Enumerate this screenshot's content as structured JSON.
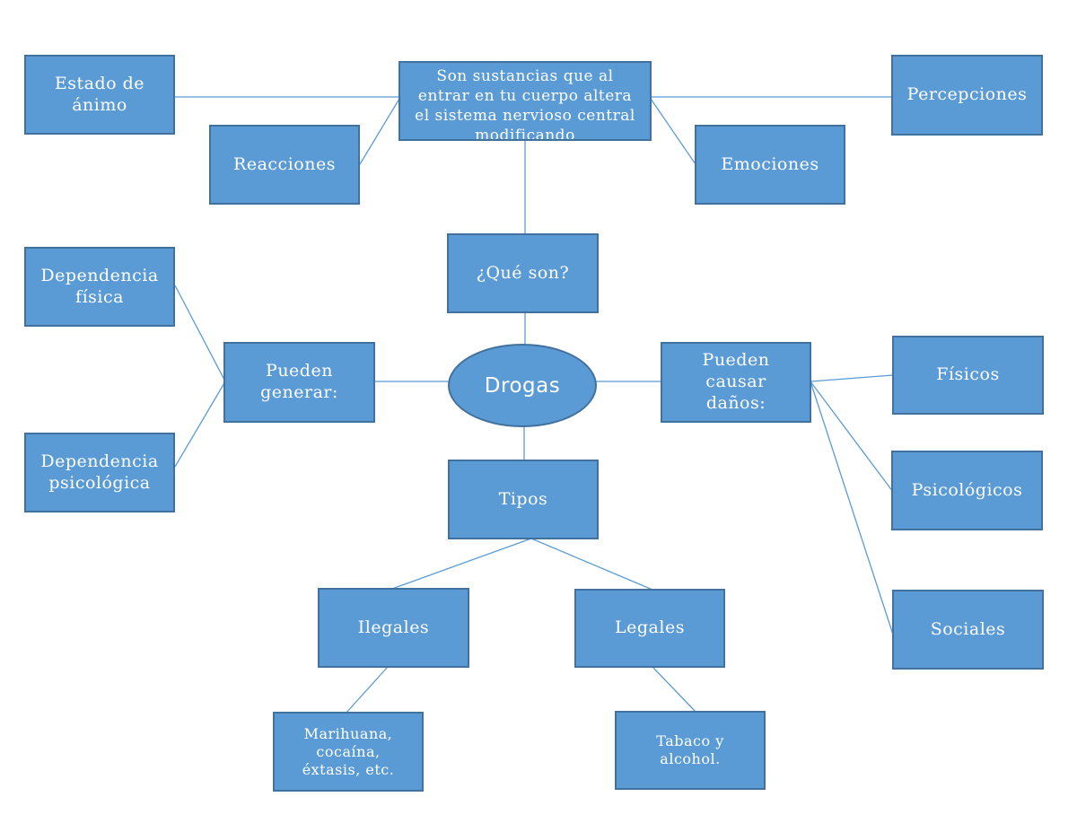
{
  "center": "Drogas",
  "definition": {
    "question": "¿Qué son?",
    "answer": "Son sustancias que al\nentrar en tu cuerpo altera\nel sistema nervioso central\nmodificando",
    "effects": [
      "Estado de\nánimo",
      "Reacciones",
      "Percepciones",
      "Emociones"
    ]
  },
  "generate": {
    "label": "Pueden\ngenerar:",
    "items": [
      "Dependencia\nfísica",
      "Dependencia\npsicológica"
    ]
  },
  "damage": {
    "label": "Pueden\ncausar\ndaños:",
    "items": [
      "Físicos",
      "Psicológicos",
      "Sociales"
    ]
  },
  "types": {
    "label": "Tipos",
    "illegal": {
      "label": "Ilegales",
      "examples": "Marihuana,\ncocaína,\néxtasis, etc."
    },
    "legal": {
      "label": "Legales",
      "examples": "Tabaco y\nalcohol."
    }
  },
  "colors": {
    "fill": "#5b9bd5",
    "border": "#41719c",
    "connector": "#5b9bd5",
    "text": "#ffffff"
  }
}
